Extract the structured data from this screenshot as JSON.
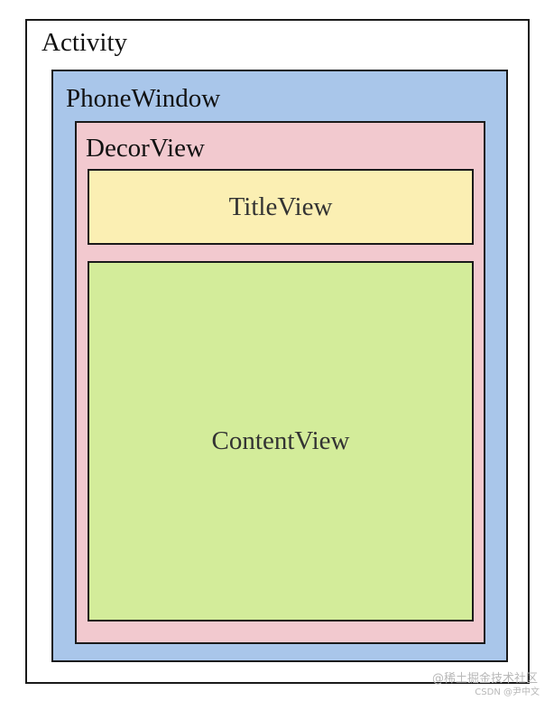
{
  "layers": {
    "activity": {
      "label": "Activity",
      "fill": "#ffffff"
    },
    "phone_window": {
      "label": "PhoneWindow",
      "fill": "#a9c6ea"
    },
    "decor_view": {
      "label": "DecorView",
      "fill": "#f2c9cf"
    },
    "title_view": {
      "label": "TitleView",
      "fill": "#fbefb3"
    },
    "content_view": {
      "label": "ContentView",
      "fill": "#d3ec9a"
    }
  },
  "watermark": {
    "line1": "@稀土掘金技术社区",
    "line2": "CSDN @尹中文"
  }
}
